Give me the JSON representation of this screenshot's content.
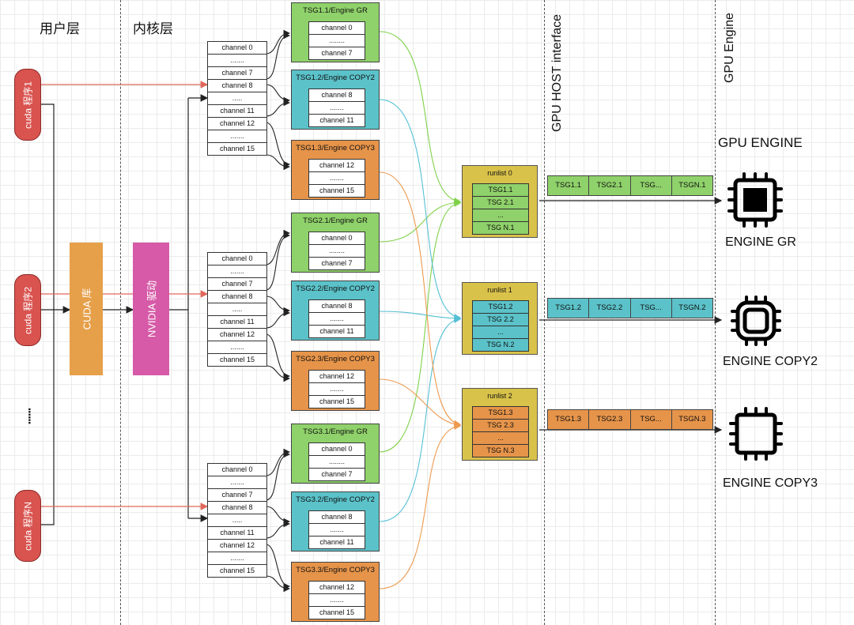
{
  "layers": {
    "user": "用户层",
    "kernel": "内核层",
    "host": "GPU HOST interface",
    "engine": "GPU Engine"
  },
  "programs": [
    "cuda 程序1",
    "cuda 程序2",
    "cuda 程序N"
  ],
  "ellipsis": "......",
  "cuda_lib": "CUDA 库",
  "nvidia_driver": "NVIDIA 驱动",
  "channel_groups": [
    [
      "channel 0",
      ".......",
      "channel 7",
      "channel 8",
      ".....",
      "channel 11",
      "channel 12",
      ".......",
      "channel 15"
    ],
    [
      "channel 0",
      ".......",
      "channel 7",
      "channel 8",
      ".....",
      "channel 11",
      "channel 12",
      ".......",
      "channel 15"
    ],
    [
      "channel 0",
      ".......",
      "channel 7",
      "channel 8",
      ".....",
      "channel 11",
      "channel 12",
      ".......",
      "channel 15"
    ]
  ],
  "tsgs": [
    {
      "title": "TSG1.1/Engine GR",
      "items": [
        "channel 0",
        "........",
        "channel 7"
      ]
    },
    {
      "title": "TSG1.2/Engine COPY2",
      "items": [
        "channel 8",
        ".......",
        "channel 11"
      ]
    },
    {
      "title": "TSG1.3/Engine COPY3",
      "items": [
        "channel 12",
        ".......",
        "channel 15"
      ]
    },
    {
      "title": "TSG2.1/Engine GR",
      "items": [
        "channel 0",
        "........",
        "channel 7"
      ]
    },
    {
      "title": "TSG2.2/Engine COPY2",
      "items": [
        "channel 8",
        ".......",
        "channel 11"
      ]
    },
    {
      "title": "TSG2.3/Engine COPY3",
      "items": [
        "channel 12",
        ".......",
        "channel 15"
      ]
    },
    {
      "title": "TSG3.1/Engine GR",
      "items": [
        "channel 0",
        "........",
        "channel 7"
      ]
    },
    {
      "title": "TSG3.2/Engine COPY2",
      "items": [
        "channel 8",
        ".......",
        "channel 11"
      ]
    },
    {
      "title": "TSG3.3/Engine COPY3",
      "items": [
        "channel 12",
        ".......",
        "channel 15"
      ]
    }
  ],
  "runlists": [
    {
      "title": "runlist 0",
      "items": [
        "TSG1.1",
        "TSG 2.1",
        "...",
        "TSG N.1"
      ]
    },
    {
      "title": "runlist 1",
      "items": [
        "TSG1.2",
        "TSG 2.2",
        "...",
        "TSG N.2"
      ]
    },
    {
      "title": "runlist 2",
      "items": [
        "TSG1.3",
        "TSG 2.3",
        "...",
        "TSG N.3"
      ]
    }
  ],
  "host_rows": [
    [
      "TSG1.1",
      "TSG2.1",
      "TSG...",
      "TSGN.1"
    ],
    [
      "TSG1.2",
      "TSG2.2",
      "TSG...",
      "TSGN.2"
    ],
    [
      "TSG1.3",
      "TSG2.3",
      "TSG...",
      "TSGN.3"
    ]
  ],
  "gpu_engine_heading": "GPU ENGINE",
  "engines": [
    "ENGINE GR",
    "ENGINE COPY2",
    "ENGINE COPY3"
  ],
  "colors": {
    "gr": "#8fd16a",
    "copy2": "#5bc2c9",
    "copy3": "#e6944a",
    "runlist": "#d9c24a",
    "program": "#d9534f",
    "cuda_lib": "#e6a04a",
    "driver": "#d65aa7",
    "red_arrow": "#e0685a"
  }
}
